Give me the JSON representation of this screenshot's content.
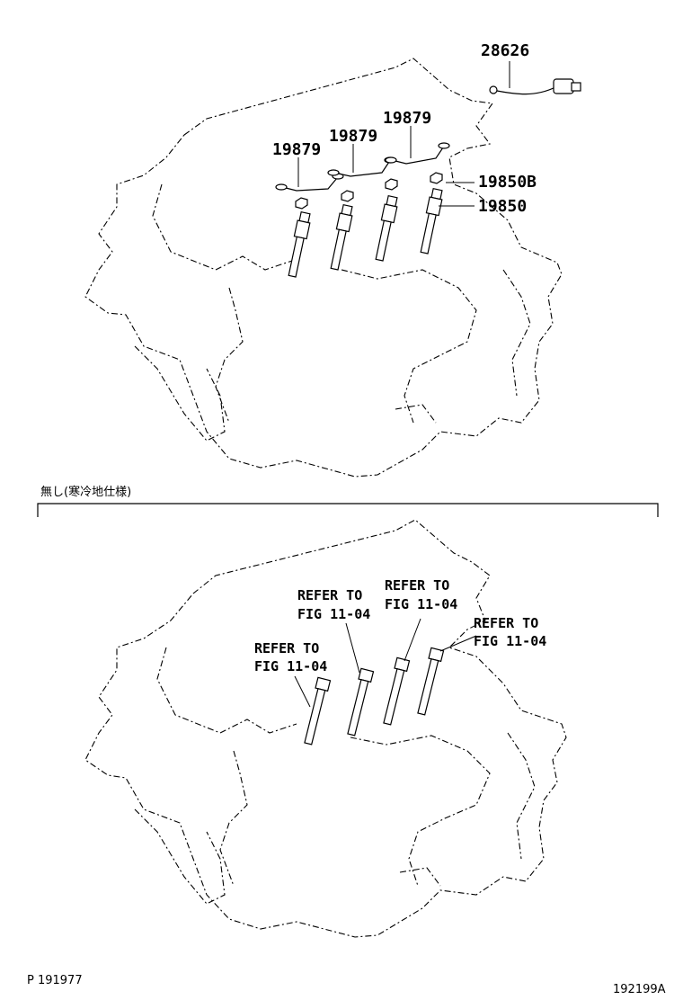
{
  "top_view": {
    "callouts": {
      "sensor": "28626",
      "busbar_left": "19879",
      "busbar_mid": "19879",
      "busbar_right": "19879",
      "nut": "19850B",
      "glow_plug": "19850"
    }
  },
  "condition_note": "無し(寒冷地仕様)",
  "bottom_view": {
    "refs": [
      {
        "line1": "REFER TO",
        "line2": "FIG 11-04"
      },
      {
        "line1": "REFER TO",
        "line2": "FIG 11-04"
      },
      {
        "line1": "REFER TO",
        "line2": "FIG 11-04"
      },
      {
        "line1": "REFER TO",
        "line2": "FIG 11-04"
      }
    ]
  },
  "footer": {
    "left_code": "P 191977",
    "right_code": "192199A"
  }
}
